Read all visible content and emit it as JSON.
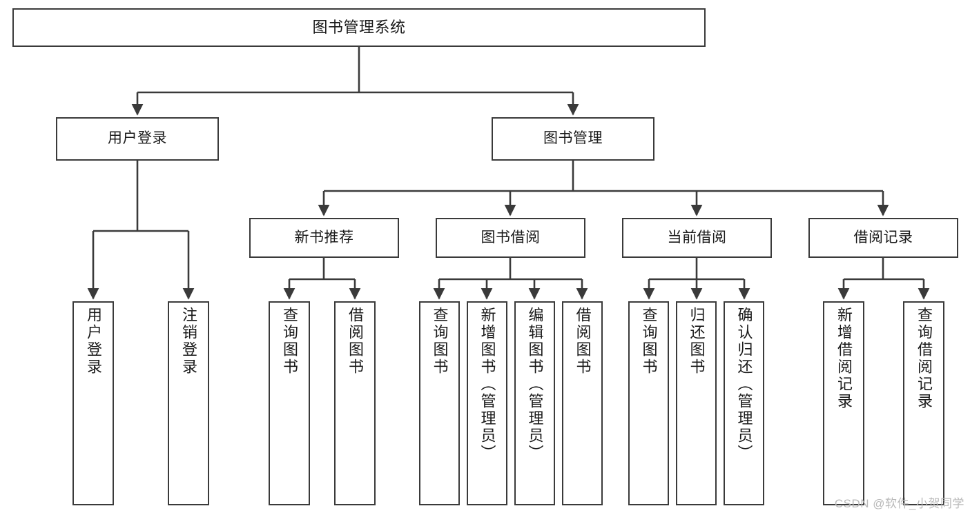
{
  "diagram": {
    "title": "图书管理系统",
    "type": "tree",
    "watermark": "CSDN @软件_小贺同学",
    "colors": {
      "box_stroke": "#3a3a3a",
      "edge_stroke": "#3a3a3a",
      "background": "#ffffff",
      "text": "#1a1a1a",
      "watermark": "#b9b9b9"
    },
    "nodes": {
      "root": {
        "label": "图书管理系统",
        "level": 1,
        "orientation": "horizontal"
      },
      "l2": [
        {
          "id": "user-login",
          "label": "用户登录",
          "level": 2,
          "orientation": "horizontal"
        },
        {
          "id": "book-manage",
          "label": "图书管理",
          "level": 2,
          "orientation": "horizontal"
        }
      ],
      "l3": [
        {
          "id": "new-book-recommend",
          "label": "新书推荐",
          "level": 3,
          "orientation": "horizontal"
        },
        {
          "id": "book-borrow",
          "label": "图书借阅",
          "level": 3,
          "orientation": "horizontal"
        },
        {
          "id": "current-borrow",
          "label": "当前借阅",
          "level": 3,
          "orientation": "horizontal"
        },
        {
          "id": "borrow-record",
          "label": "借阅记录",
          "level": 3,
          "orientation": "horizontal"
        }
      ],
      "leaves": [
        {
          "id": "leaf-user-login",
          "label": "用户登录",
          "parent": "user-login",
          "orientation": "vertical"
        },
        {
          "id": "leaf-user-logout",
          "label": "注销登录",
          "parent": "user-login",
          "orientation": "vertical"
        },
        {
          "id": "leaf-query-book-1",
          "label": "查询图书",
          "parent": "new-book-recommend",
          "orientation": "vertical"
        },
        {
          "id": "leaf-borrow-book-1",
          "label": "借阅图书",
          "parent": "new-book-recommend",
          "orientation": "vertical"
        },
        {
          "id": "leaf-query-book-2",
          "label": "查询图书",
          "parent": "book-borrow",
          "orientation": "vertical"
        },
        {
          "id": "leaf-add-book",
          "label": "新增图书（管理员）",
          "parent": "book-borrow",
          "orientation": "vertical"
        },
        {
          "id": "leaf-edit-book",
          "label": "编辑图书（管理员）",
          "parent": "book-borrow",
          "orientation": "vertical"
        },
        {
          "id": "leaf-borrow-book-2",
          "label": "借阅图书",
          "parent": "book-borrow",
          "orientation": "vertical"
        },
        {
          "id": "leaf-query-book-3",
          "label": "查询图书",
          "parent": "current-borrow",
          "orientation": "vertical"
        },
        {
          "id": "leaf-return-book",
          "label": "归还图书",
          "parent": "current-borrow",
          "orientation": "vertical"
        },
        {
          "id": "leaf-confirm-return",
          "label": "确认归还（管理员）",
          "parent": "current-borrow",
          "orientation": "vertical"
        },
        {
          "id": "leaf-add-record",
          "label": "新增借阅记录",
          "parent": "borrow-record",
          "orientation": "vertical"
        },
        {
          "id": "leaf-query-record",
          "label": "查询借阅记录",
          "parent": "borrow-record",
          "orientation": "vertical"
        }
      ]
    }
  }
}
